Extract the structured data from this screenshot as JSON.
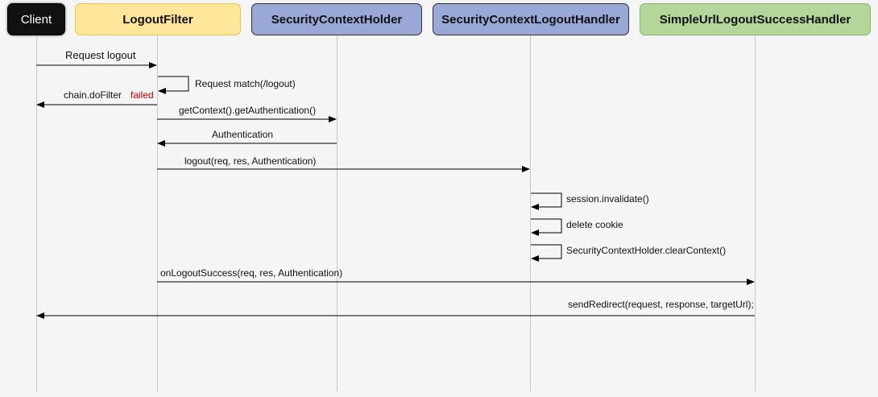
{
  "actors": {
    "client": {
      "label": "Client",
      "fill": "#111111",
      "text_color": "#ffffff"
    },
    "logout_filter": {
      "label": "LogoutFilter",
      "fill": "#fde59a",
      "border": "#e8c45a"
    },
    "security_context_holder": {
      "label": "SecurityContextHolder",
      "fill": "#9aa8d8",
      "border": "#333333"
    },
    "security_context_logout_handler": {
      "label": "SecurityContextLogoutHandler",
      "fill": "#9aa8d8",
      "border": "#333333"
    },
    "simple_url_logout_success_handler": {
      "label": "SimpleUrlLogoutSuccessHandler",
      "fill": "#b4d69a",
      "border": "#88b56a"
    }
  },
  "messages": {
    "request_logout": "Request logout",
    "request_match": "Request match(/logout)",
    "chain_do_filter": "chain.doFilter",
    "failed": "failed",
    "get_context": "getContext().getAuthentication()",
    "authentication": "Authentication",
    "logout_call": "logout(req, res, Authentication)",
    "session_invalidate": "session.invalidate()",
    "delete_cookie": "delete cookie",
    "clear_context": "SecurityContextHolder.clearContext()",
    "on_logout_success": "onLogoutSuccess(req, res, Authentication)",
    "send_redirect": "sendRedirect(request, response, targetUrl);"
  },
  "colors": {
    "failed": "#cc0000",
    "arrow": "#000000",
    "lifeline": "#c8c8c8"
  }
}
